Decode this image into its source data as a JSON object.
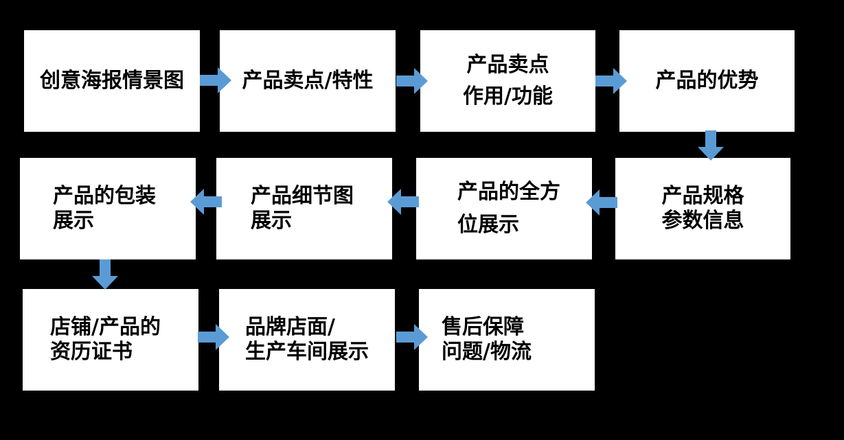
{
  "colors": {
    "background": "#000000",
    "box_fill": "#ffffff",
    "text": "#000000",
    "arrow": "#5b9bd5"
  },
  "steps": [
    {
      "id": "step-1",
      "lines": [
        "创意海报情景图"
      ]
    },
    {
      "id": "step-2",
      "lines": [
        "产品卖点/特性"
      ]
    },
    {
      "id": "step-3",
      "lines": [
        "产品卖点",
        "作用/功能"
      ]
    },
    {
      "id": "step-4",
      "lines": [
        "产品的优势"
      ]
    },
    {
      "id": "step-5",
      "lines": [
        "产品规格",
        "参数信息"
      ]
    },
    {
      "id": "step-6",
      "lines": [
        "产品的全方",
        "位展示"
      ]
    },
    {
      "id": "step-7",
      "lines": [
        "产品细节图",
        "展示"
      ]
    },
    {
      "id": "step-8",
      "lines": [
        "产品的包装",
        "展示"
      ]
    },
    {
      "id": "step-9",
      "lines": [
        "店铺/产品的",
        "资历证书"
      ]
    },
    {
      "id": "step-10",
      "lines": [
        "品牌店面/",
        "生产车间展示"
      ]
    },
    {
      "id": "step-11",
      "lines": [
        "售后保障",
        "问题/物流"
      ]
    }
  ],
  "connectors": [
    {
      "from": "step-1",
      "to": "step-2",
      "direction": "right"
    },
    {
      "from": "step-2",
      "to": "step-3",
      "direction": "right"
    },
    {
      "from": "step-3",
      "to": "step-4",
      "direction": "right"
    },
    {
      "from": "step-4",
      "to": "step-5",
      "direction": "down"
    },
    {
      "from": "step-5",
      "to": "step-6",
      "direction": "left"
    },
    {
      "from": "step-6",
      "to": "step-7",
      "direction": "left"
    },
    {
      "from": "step-7",
      "to": "step-8",
      "direction": "left"
    },
    {
      "from": "step-8",
      "to": "step-9",
      "direction": "down"
    },
    {
      "from": "step-9",
      "to": "step-10",
      "direction": "right"
    },
    {
      "from": "step-10",
      "to": "step-11",
      "direction": "right"
    }
  ]
}
